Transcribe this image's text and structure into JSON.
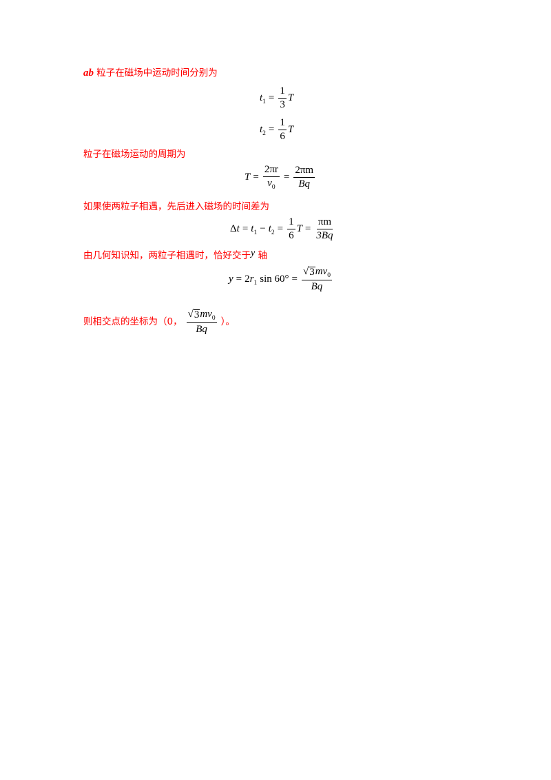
{
  "lines": {
    "l1_prefix": "ab",
    "l1_text": "粒子在磁场中运动时间分别为",
    "l2_text": "粒子在磁场运动的周期为",
    "l3_text": "如果使两粒子相遇，先后进入磁场的时间差为",
    "l4_text_a": "由几何知识知，两粒子相遇时，恰好交于",
    "l4_var": "y",
    "l4_text_b": "轴",
    "l5_text_a": "则相交点的坐标为（0，",
    "l5_text_b": "）。"
  },
  "eq1": {
    "lhs": "t",
    "lhs_sub": "1",
    "eq": "=",
    "num": "1",
    "den": "3",
    "var": "T"
  },
  "eq2": {
    "lhs": "t",
    "lhs_sub": "2",
    "eq": "=",
    "num": "1",
    "den": "6",
    "var": "T"
  },
  "eq3": {
    "lhs": "T",
    "eq": "=",
    "f1_num": "2πr",
    "f1_den": "v",
    "f1_den_sub": "0",
    "eq2": "=",
    "f2_num": "2πm",
    "f2_den": "Bq"
  },
  "eq4": {
    "delta": "Δ",
    "t": "t",
    "eq": "=",
    "t1": "t",
    "t1_sub": "1",
    "minus": "−",
    "t2": "t",
    "t2_sub": "2",
    "eq2": "=",
    "num": "1",
    "den": "6",
    "var": "T",
    "eq3": "=",
    "f_num": "πm",
    "f_den": "3Bq"
  },
  "eq5": {
    "lhs": "y",
    "eq": "=",
    "coef": "2",
    "r": "r",
    "r_sub": "1",
    "fn": "sin 60°",
    "eq2": "=",
    "sqrt_sign": "√",
    "sqrt_arg": "3",
    "num_rest": "mv",
    "num_sub": "0",
    "den": "Bq"
  },
  "coord": {
    "sqrt_sign": "√",
    "sqrt_arg": "3",
    "num_rest": "mv",
    "num_sub": "0",
    "den": "Bq"
  }
}
